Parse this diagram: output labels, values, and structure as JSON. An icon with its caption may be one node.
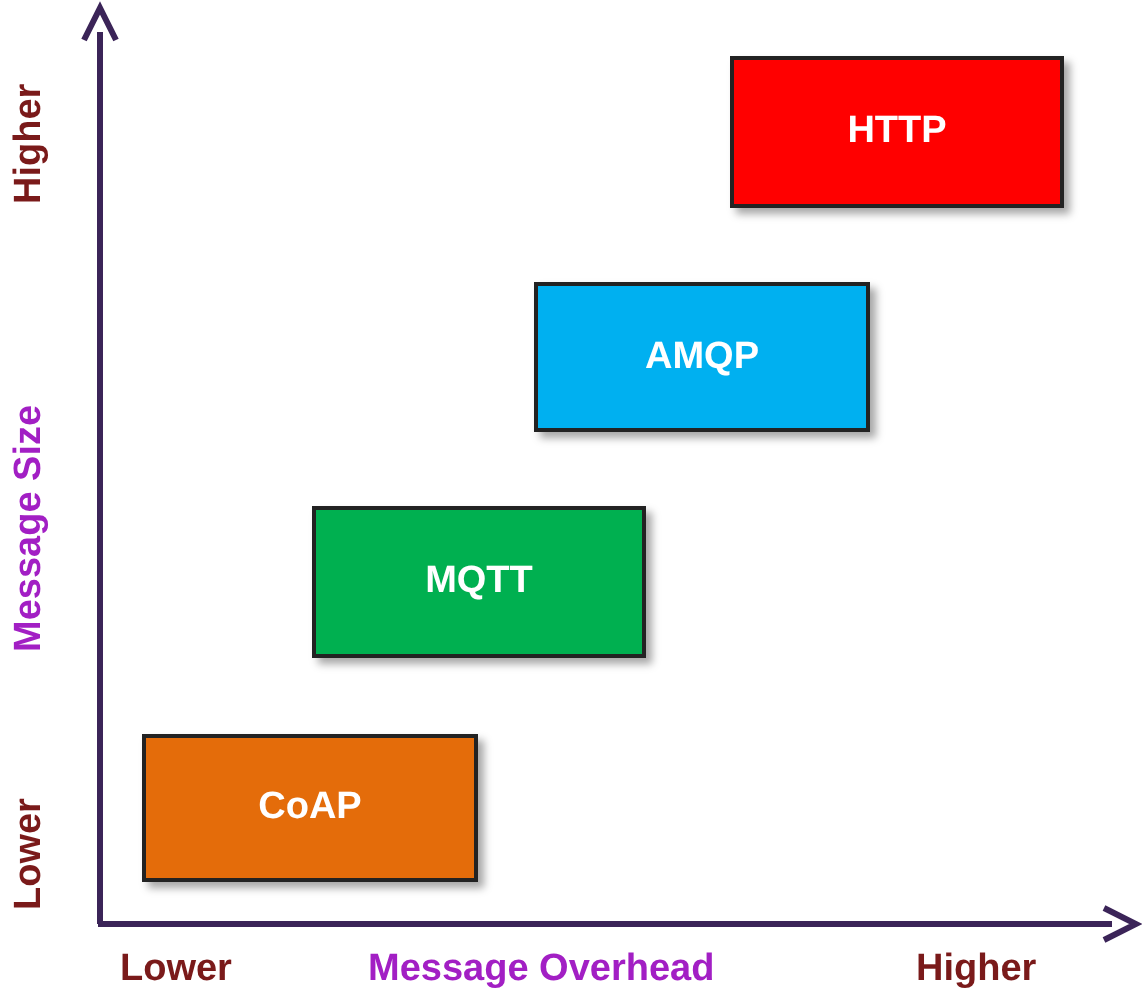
{
  "diagram": {
    "nodes": [
      {
        "text": [
          "HTTP"
        ]
      },
      {
        "text": [
          "AMQP"
        ]
      },
      {
        "text": [
          "MQTT"
        ]
      },
      {
        "text": [
          "CoAP"
        ]
      }
    ],
    "labels": [
      "Higher",
      "Message Size",
      "Lower",
      "Lower",
      "Message Overhead",
      "Higher"
    ]
  }
}
